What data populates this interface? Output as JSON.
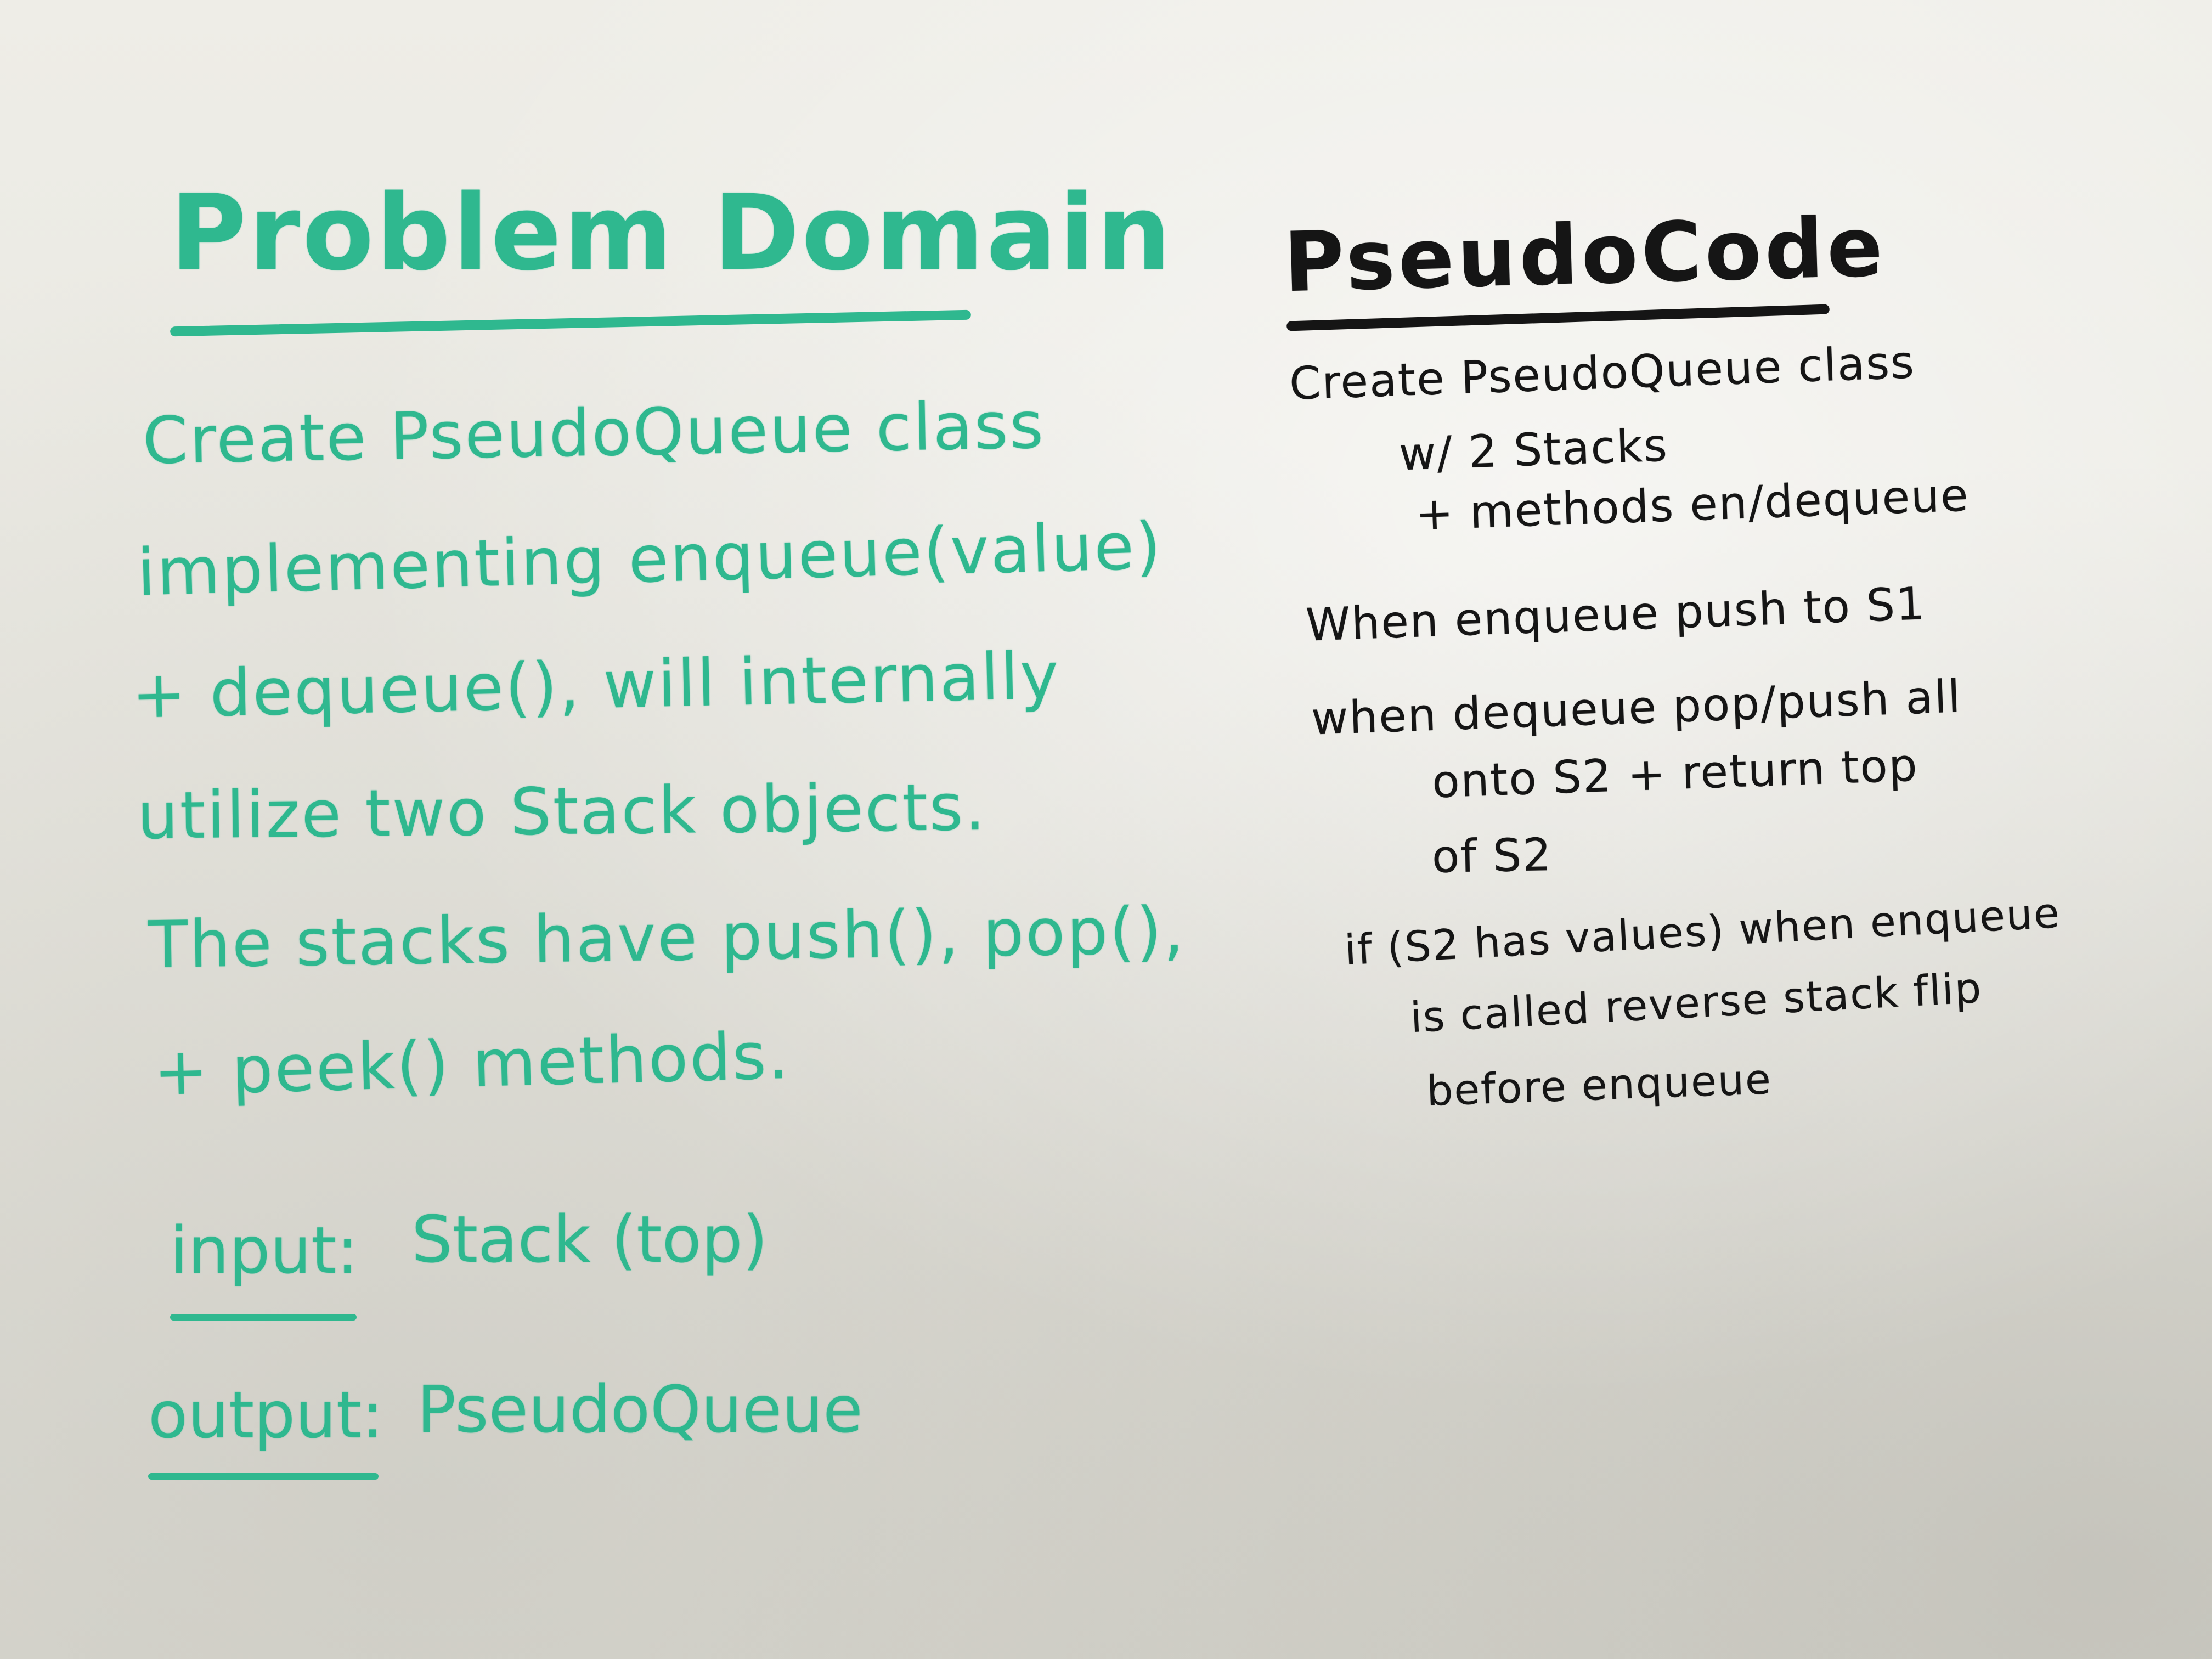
{
  "left_column": {
    "title": "Problem Domain",
    "lines": [
      "Create PseudoQueue class",
      "implementing enqueue(value)",
      "+ dequeue(), will internally",
      "utilize two Stack objects.",
      "The stacks have push(), pop(),",
      "+ peek() methods."
    ],
    "input_label": "input:",
    "input_value": "Stack (top)",
    "output_label": "output:",
    "output_value": "PseudoQueue"
  },
  "right_column": {
    "title": "PseudoCode",
    "lines": [
      "Create PseudoQueue class",
      "w/ 2 Stacks",
      "+ methods en/dequeue",
      "When enqueue push to S1",
      "when dequeue pop/push all",
      "onto S2 + return top",
      "of S2",
      "if (S2 has values) when enqueue",
      "is called reverse stack flip",
      "before enqueue"
    ]
  },
  "colors": {
    "green_marker": "#2fb88f",
    "black_marker": "#151515",
    "board": "#e9e8e1"
  }
}
